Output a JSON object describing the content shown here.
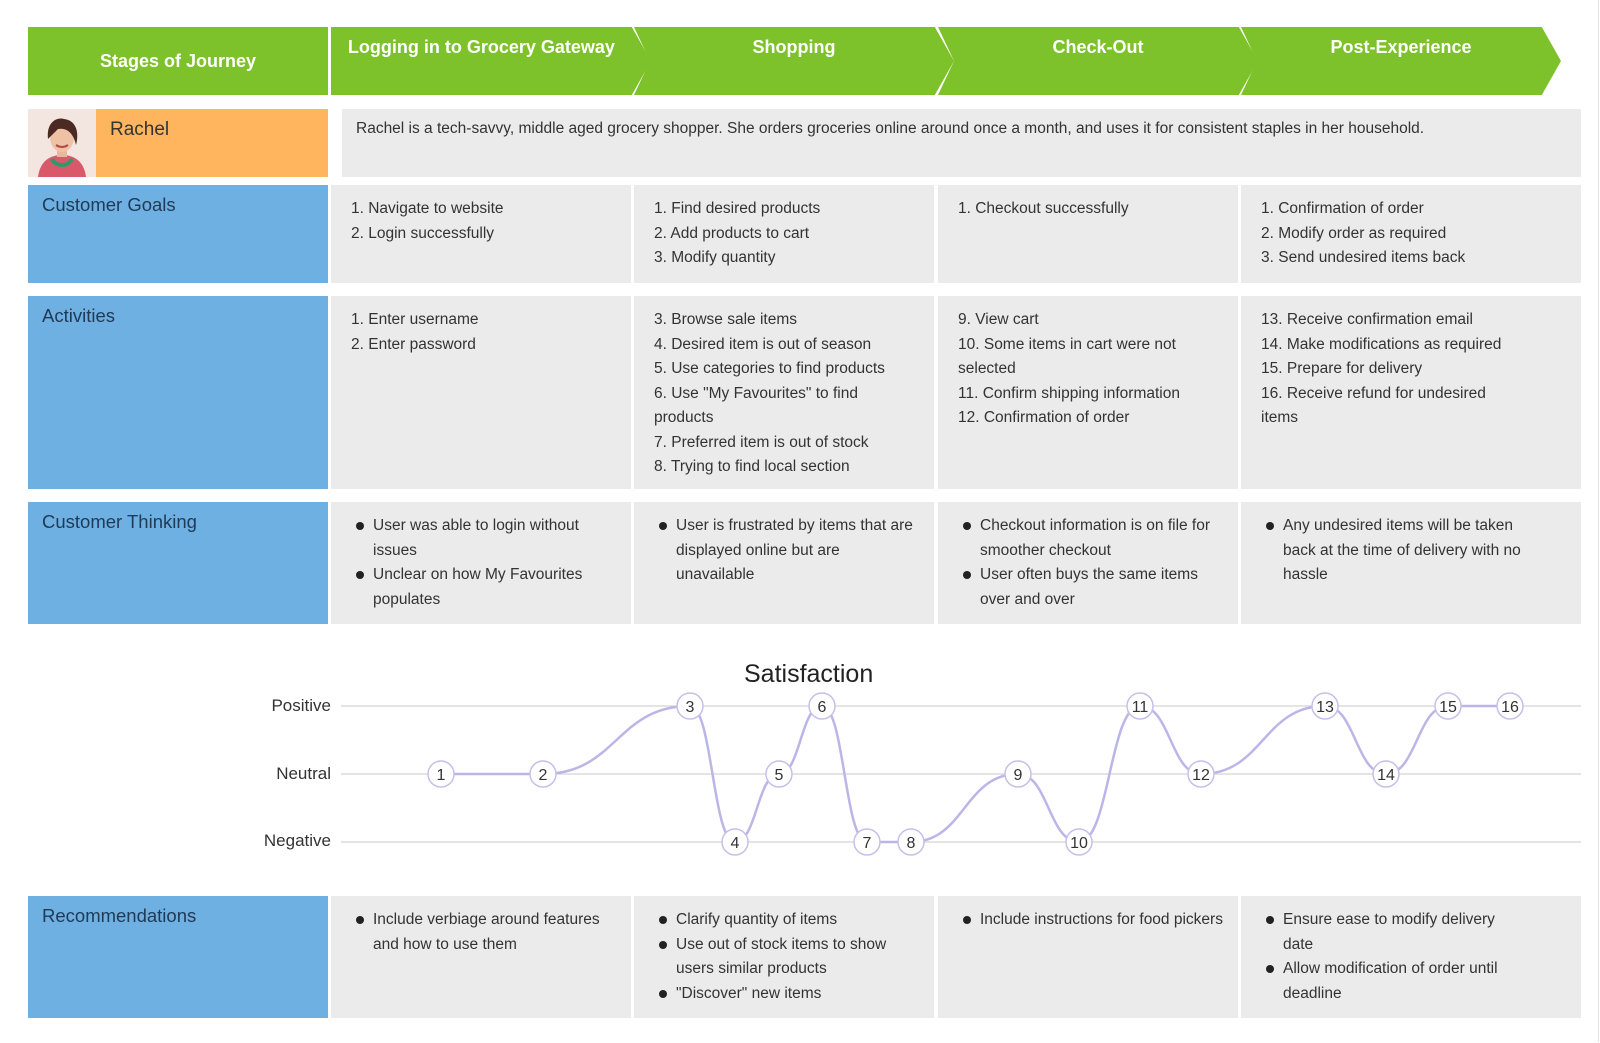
{
  "header": {
    "stages_label": "Stages of Journey",
    "stages": [
      "Logging in to Grocery Gateway",
      "Shopping",
      "Check-Out",
      "Post-Experience"
    ]
  },
  "persona": {
    "name": "Rachel",
    "description": "Rachel is a tech-savvy, middle aged grocery shopper. She orders groceries online around once a month, and uses it for consistent staples in her household."
  },
  "rows": {
    "goals": {
      "label": "Customer Goals",
      "cells": [
        [
          "1. Navigate to website",
          "2. Login successfully"
        ],
        [
          "1. Find desired products",
          "2. Add products to cart",
          "3. Modify quantity"
        ],
        [
          "1. Checkout successfully"
        ],
        [
          "1. Confirmation of order",
          "2. Modify order as required",
          "3. Send undesired items back"
        ]
      ]
    },
    "activities": {
      "label": "Activities",
      "cells": [
        [
          "1. Enter username",
          "2. Enter password"
        ],
        [
          "3. Browse sale items",
          "4. Desired item is out of season",
          "5. Use categories to find products",
          "6. Use \"My Favourites\" to find products",
          "7. Preferred item is out of stock",
          "8. Trying to find local section"
        ],
        [
          "9. View cart",
          "10. Some items in cart were not selected",
          "11. Confirm shipping information",
          "12. Confirmation of order"
        ],
        [
          "13. Receive confirmation email",
          "14. Make modifications as required",
          "15. Prepare for delivery",
          "16. Receive refund for undesired items"
        ]
      ]
    },
    "thinking": {
      "label": "Customer Thinking",
      "cells": [
        [
          "User was able to login without issues",
          "Unclear on how My Favourites populates"
        ],
        [
          "User is frustrated by items that are displayed online but are unavailable"
        ],
        [
          "Checkout information is on file for smoother checkout",
          "User often buys the same items over and over"
        ],
        [
          "Any undesired items will be taken back at the time of delivery with no hassle"
        ]
      ]
    },
    "recommendations": {
      "label": "Recommendations",
      "cells": [
        [
          "Include verbiage around features and how to use them"
        ],
        [
          "Clarify quantity of items",
          "Use out of stock items to show users similar products",
          "\"Discover\" new items"
        ],
        [
          "Include instructions for food pickers"
        ],
        [
          "Ensure ease to modify delivery date",
          "Allow modification of order until deadline"
        ]
      ]
    }
  },
  "satisfaction": {
    "title": "Satisfaction",
    "levels": [
      "Positive",
      "Neutral",
      "Negative"
    ],
    "points": [
      {
        "step": "1",
        "level": "Neutral"
      },
      {
        "step": "2",
        "level": "Neutral"
      },
      {
        "step": "3",
        "level": "Positive"
      },
      {
        "step": "4",
        "level": "Negative"
      },
      {
        "step": "5",
        "level": "Neutral"
      },
      {
        "step": "6",
        "level": "Positive"
      },
      {
        "step": "7",
        "level": "Negative"
      },
      {
        "step": "8",
        "level": "Negative"
      },
      {
        "step": "9",
        "level": "Neutral"
      },
      {
        "step": "10",
        "level": "Negative"
      },
      {
        "step": "11",
        "level": "Positive"
      },
      {
        "step": "12",
        "level": "Neutral"
      },
      {
        "step": "13",
        "level": "Positive"
      },
      {
        "step": "14",
        "level": "Neutral"
      },
      {
        "step": "15",
        "level": "Positive"
      },
      {
        "step": "16",
        "level": "Positive"
      }
    ]
  },
  "colors": {
    "header_green": "#7dc22a",
    "persona_orange": "#ffb45e",
    "label_blue": "#6fb0e3",
    "cell_gray": "#ebebeb",
    "curve_lavender": "#b8b3e6"
  }
}
